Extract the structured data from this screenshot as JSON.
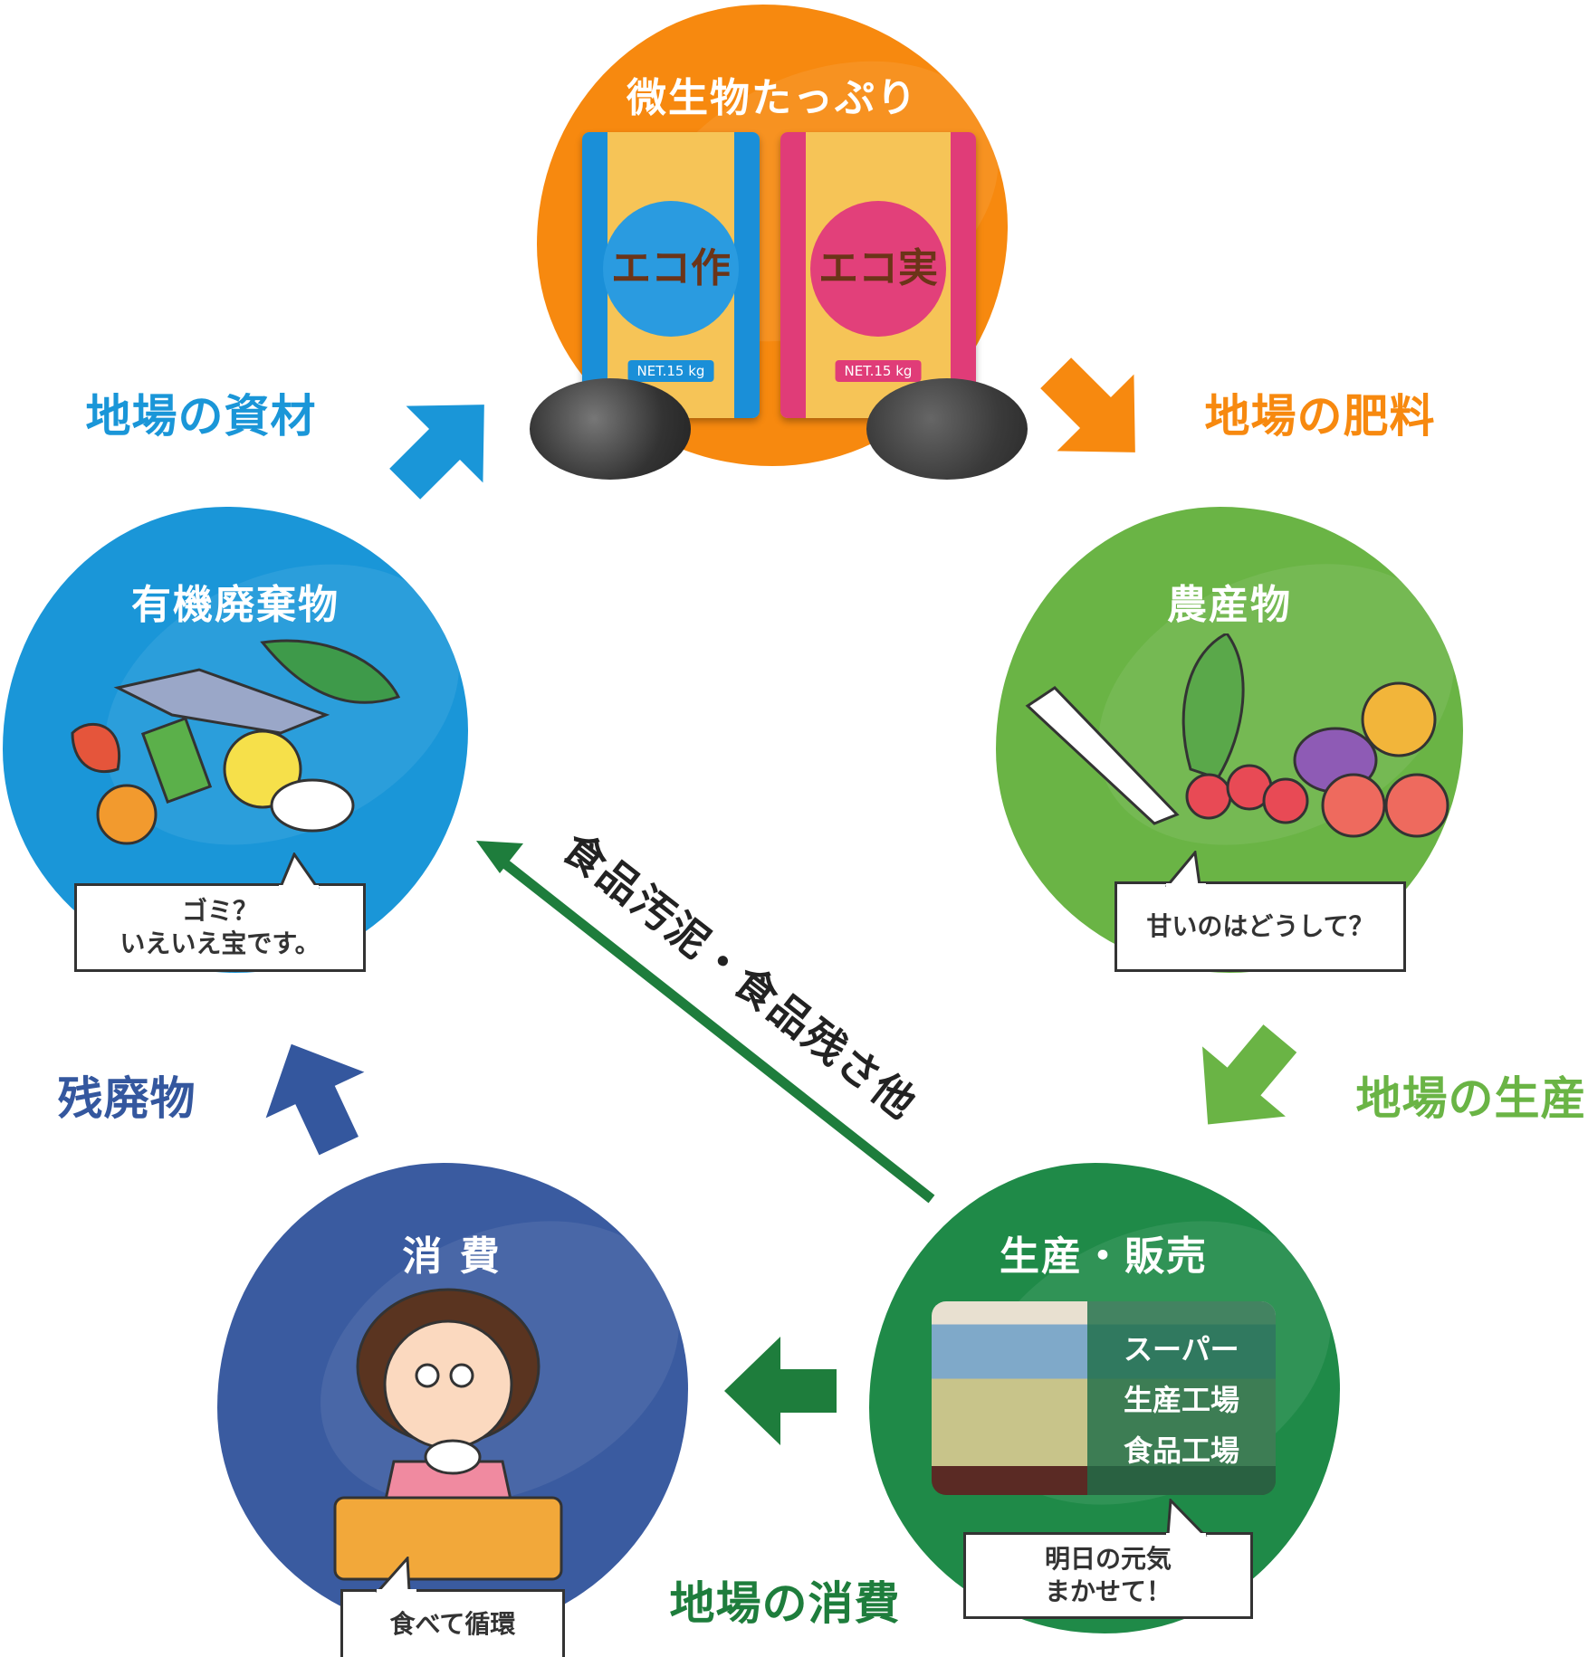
{
  "colors": {
    "orange": "#f7890f",
    "blue": "#1a96d8",
    "light_green": "#6ab445",
    "dark_green": "#1f8a48",
    "navy": "#3a5ba0",
    "arrow_green": "#1e7d3c"
  },
  "top": {
    "title": "微生物たっぷり",
    "bags": [
      {
        "name": "エコ作",
        "net": "NET.15 kg",
        "accent": "#1a8fd8"
      },
      {
        "name": "エコ実",
        "net": "NET.15 kg",
        "accent": "#e03c78"
      }
    ]
  },
  "labels": {
    "local_materials": "地場の資材",
    "local_fertilizer": "地場の肥料",
    "local_production": "地場の生産",
    "local_consumption": "地場の消費",
    "residual_waste": "残廃物",
    "diagonal": "食品汚泥・食品残さ他"
  },
  "nodes": {
    "organic_waste": {
      "title": "有機廃棄物",
      "bubble": [
        "ゴミ？",
        "いえいえ宝です。"
      ]
    },
    "produce": {
      "title": "農産物",
      "bubble": [
        "甘いのはどうして？"
      ]
    },
    "production_sales": {
      "title": "生産・販売",
      "places": [
        "スーパー",
        "生産工場",
        "食品工場"
      ],
      "bubble": [
        "明日の元気",
        "まかせて！"
      ]
    },
    "consumption": {
      "title": "消 費",
      "bubble": [
        "食べて循環"
      ]
    }
  }
}
